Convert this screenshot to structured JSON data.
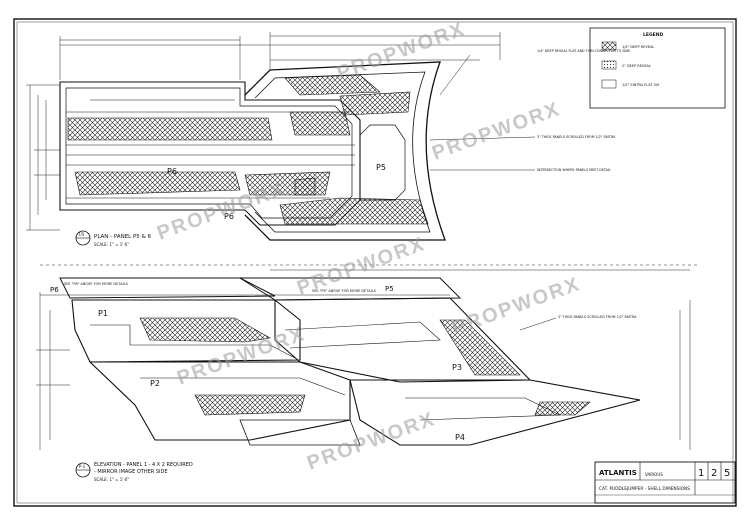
{
  "watermark": "PROPWORX",
  "legend": {
    "title": "LEGEND",
    "items": [
      {
        "label": "1/4\" DEEP REVEAL",
        "swatch": "crosshatch"
      },
      {
        "label": "2\" DEEP REVEAL",
        "swatch": "dots"
      },
      {
        "label": "1/2\" SINTRA FLAT ON",
        "swatch": "blank"
      }
    ]
  },
  "panel_labels": {
    "p1": "P1",
    "p2": "P2",
    "p3": "P3",
    "p4": "P4",
    "p5_top": "P5",
    "p5_bottom": "P5",
    "p6_top": "P6",
    "p6_side": "P6",
    "p6_bottom": "P6"
  },
  "notes": {
    "see_p6": "SEE \"P6\" ABOVE FOR MORE DETAILS",
    "see_p5": "SEE \"P5\" ABOVE FOR MORE DETAILS",
    "top_callout": "1/4\" DEEP REVEAL FLAT AND THIN CONNECTOR TO SIDE",
    "mid_callout1": "3\" THICK PANELS SCROLLED FROM 1/2\" SINTRA",
    "mid_callout2": "INTERSECTION WHERE PANELS MEET DETAIL",
    "low_callout": "3\" THICK PANELS SCROLLED FROM 1/2\" SINTRA"
  },
  "plan_title": {
    "badge": "7/5",
    "title": "PLAN - PANEL P5 & 6",
    "scale": "SCALE: 1\" = 1'-0\""
  },
  "elevation_title": {
    "badge": "P-1",
    "title": "ELEVATION - PANEL 1 - 4 X 2 REQUIRED",
    "subtitle": "- MIRROR IMAGE OTHER SIDE",
    "scale": "SCALE: 1\" = 1'-0\""
  },
  "title_block": {
    "logo": "ATLANTIS",
    "line1": "VARIOUS",
    "sheet_title": "CAT. PUDDLEJUMPER - SHELL DIMENSIONS",
    "sheet_numbers": [
      "1",
      "2",
      "5"
    ]
  }
}
